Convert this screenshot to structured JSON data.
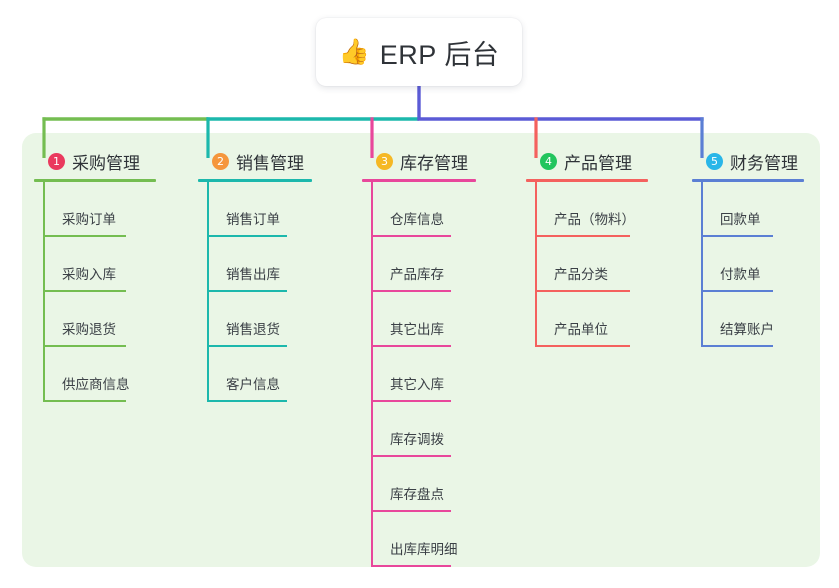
{
  "root": {
    "icon": "thumbs-up-icon",
    "emoji": "👍",
    "title": "ERP 后台"
  },
  "theme": {
    "panel_bg": "#eaf6e6",
    "page_bg": "#ffffff",
    "root_card_bg": "#ffffff",
    "text_color": "#2f3338",
    "root_stem_color": "#5b5bd6"
  },
  "columns": [
    {
      "number": "1",
      "badge_color": "#ea3a5e",
      "line_color": "#74bd51",
      "title": "采购管理",
      "items": [
        {
          "label": "采购订单"
        },
        {
          "label": "采购入库"
        },
        {
          "label": "采购退货"
        },
        {
          "label": "供应商信息"
        }
      ]
    },
    {
      "number": "2",
      "badge_color": "#f5963c",
      "line_color": "#1cb8ac",
      "title": "销售管理",
      "items": [
        {
          "label": "销售订单"
        },
        {
          "label": "销售出库"
        },
        {
          "label": "销售退货"
        },
        {
          "label": "客户信息"
        }
      ]
    },
    {
      "number": "3",
      "badge_color": "#f5b825",
      "line_color": "#e8479b",
      "title": "库存管理",
      "items": [
        {
          "label": "仓库信息"
        },
        {
          "label": "产品库存"
        },
        {
          "label": "其它出库"
        },
        {
          "label": "其它入库"
        },
        {
          "label": "库存调拨"
        },
        {
          "label": "库存盘点"
        },
        {
          "label": "出库库明细"
        }
      ]
    },
    {
      "number": "4",
      "badge_color": "#22c55e",
      "line_color": "#f4615e",
      "title": "产品管理",
      "items": [
        {
          "label": "产品（物料）"
        },
        {
          "label": "产品分类"
        },
        {
          "label": "产品单位"
        }
      ]
    },
    {
      "number": "5",
      "badge_color": "#29b6e8",
      "line_color": "#5b7fd4",
      "title": "财务管理",
      "items": [
        {
          "label": "回款单"
        },
        {
          "label": "付款单"
        },
        {
          "label": "结算账户"
        }
      ]
    }
  ]
}
